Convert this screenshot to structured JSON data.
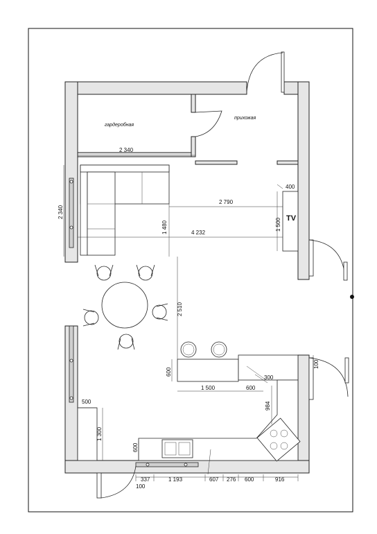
{
  "rooms": {
    "wardrobe": "гардеробная",
    "hallway": "прихожая"
  },
  "tv_label": "TV",
  "dimensions": {
    "wardrobe_width": "2 340",
    "left_wall": "2 340",
    "sofa_to_tv": "2 790",
    "sofa_depth": "1 480",
    "room_width": "4 232",
    "tv_length": "1 500",
    "tv_depth": "400",
    "table_zone": "2 510",
    "island_depth": "600",
    "island_length": "1 500",
    "island_end": "600",
    "diag_300": "300",
    "diag_984": "984",
    "right_window": "100",
    "cabinet_width": "500",
    "cabinet_length": "1 300",
    "counter_depth": "600",
    "bottom_337": "337",
    "bottom_1193": "1 193",
    "bottom_607": "607",
    "bottom_276": "276",
    "bottom_600": "600",
    "bottom_916": "916",
    "door_100": "100"
  }
}
